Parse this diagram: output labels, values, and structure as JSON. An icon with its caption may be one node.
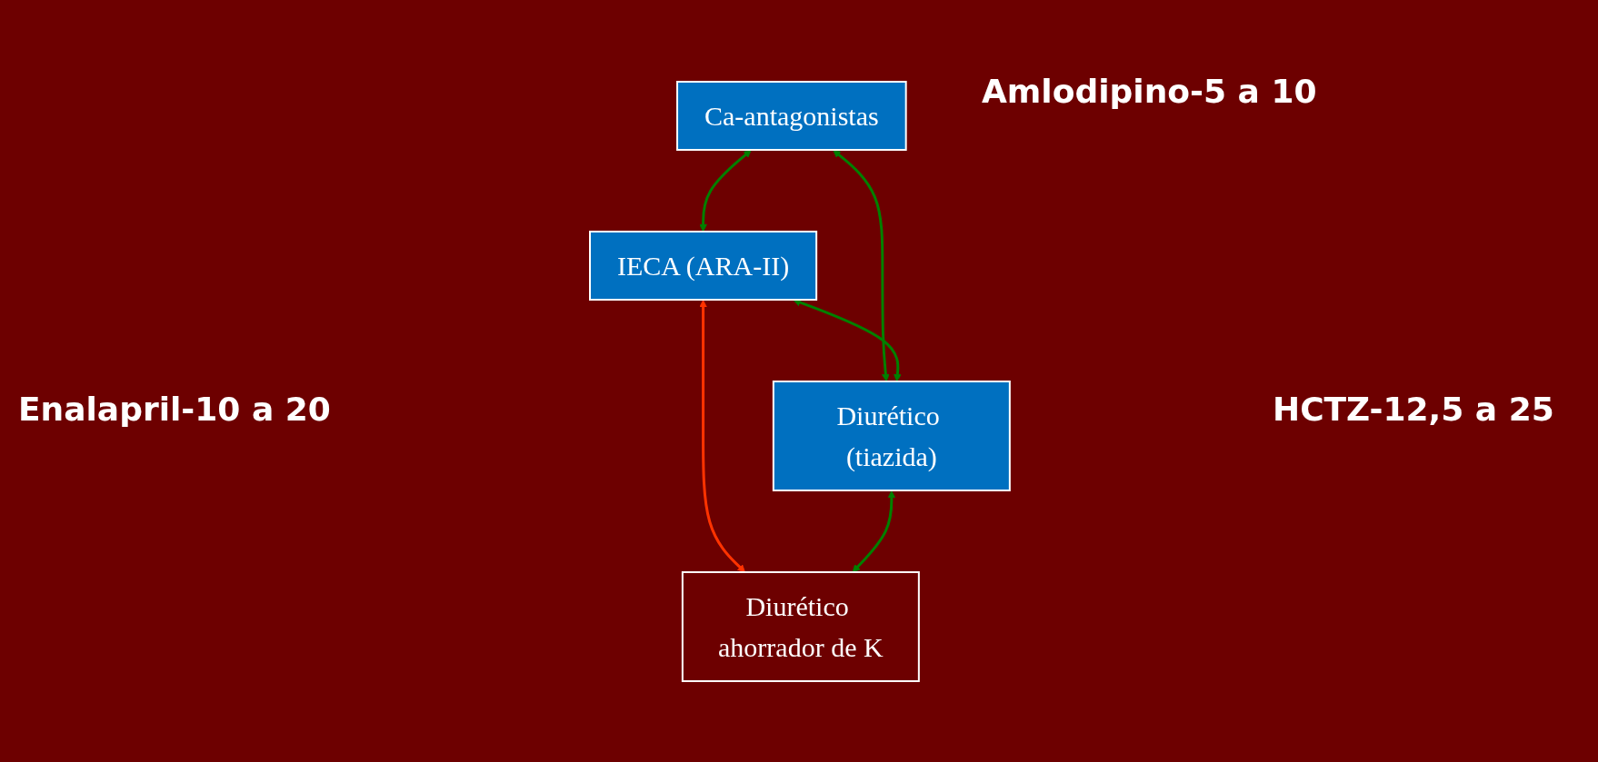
{
  "diagram": {
    "nodes": [
      {
        "text": [
          "Ca-antagonistas"
        ]
      },
      {
        "text": [
          "IECA (ARA-II)"
        ]
      },
      {
        "text": [
          "Diurético (tiazida)"
        ]
      },
      {
        "text": [
          "Diurético ahorrador de K"
        ]
      }
    ],
    "edges": [
      {
        "from": 0,
        "to": 1,
        "arrow": "both"
      },
      {
        "from": 0,
        "to": 2,
        "arrow": "both"
      },
      {
        "from": 1,
        "to": 2,
        "arrow": "both"
      },
      {
        "from": 1,
        "to": 3,
        "arrow": "both",
        "color": "#ff3300"
      },
      {
        "from": 2,
        "to": 3,
        "arrow": "both"
      }
    ],
    "labels": [
      "Amlodipino-5 a 10",
      "Enalapril-10 a 20",
      "HCTZ-12,5 a 25"
    ]
  }
}
